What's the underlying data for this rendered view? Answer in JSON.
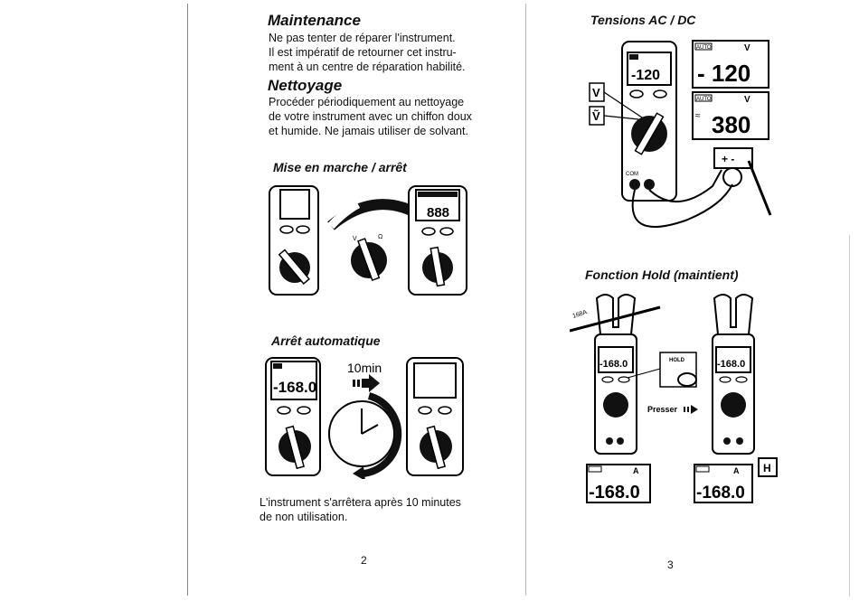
{
  "left_page": {
    "maintenance": {
      "title": "Maintenance",
      "body": "Ne pas tenter de réparer l'instrument.\nIl est impératif de retourner cet instru-\nment à un centre de réparation habilité."
    },
    "nettoyage": {
      "title": "Nettoyage",
      "body": "Procéder périodiquement au nettoyage\nde votre instrument avec un chiffon doux\net humide. Ne jamais utiliser de solvant."
    },
    "mise_en_marche": {
      "title": "Mise en marche / arrêt",
      "display_value": "888"
    },
    "arret_auto": {
      "title": "Arrêt automatique",
      "display_value": "-168.0",
      "timer_label": "10min",
      "caption": "L'instrument s'arrêtera après 10 minutes\nde non utilisation."
    },
    "page_number": "2"
  },
  "right_page": {
    "tensions": {
      "title": "Tensions AC / DC",
      "meter_display": "-120",
      "dc_reading": "- 120",
      "dc_unit": "V",
      "ac_reading": "380",
      "ac_unit": "V",
      "auto_label": "AUTO"
    },
    "hold": {
      "title": "Fonction Hold (maintient)",
      "current_label": "168A",
      "hold_button": "HOLD",
      "press_label": "Presser",
      "reading_before": "-168.0",
      "reading_after": "-168.0",
      "unit": "A",
      "hold_indicator": "H"
    },
    "page_number": "3"
  }
}
